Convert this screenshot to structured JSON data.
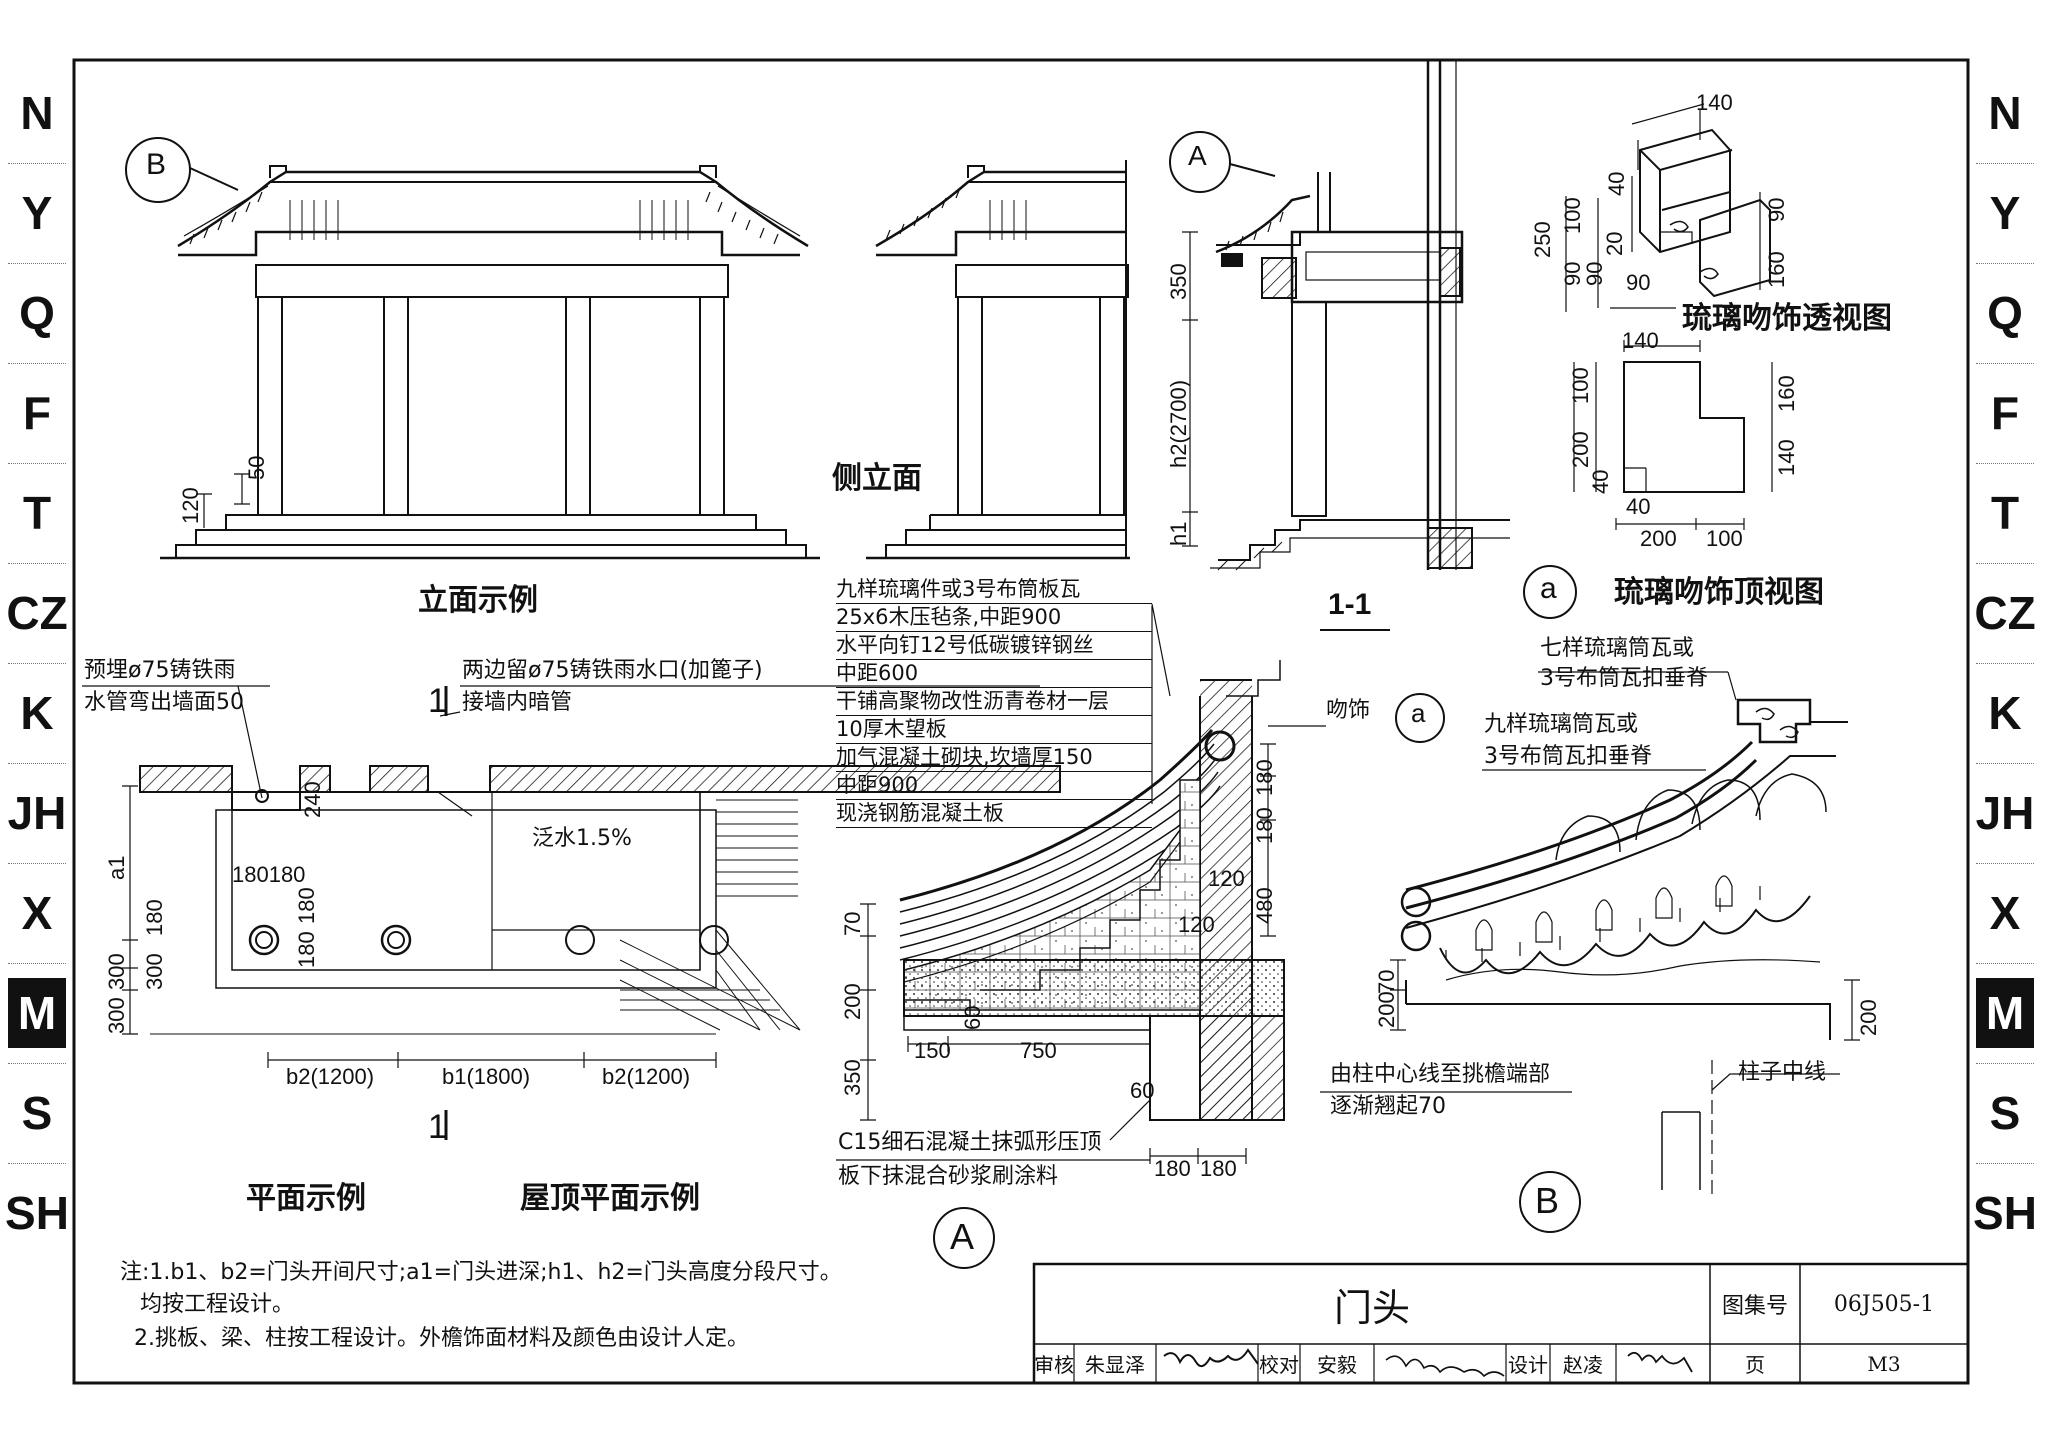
{
  "side_tabs": [
    "N",
    "Y",
    "Q",
    "F",
    "T",
    "CZ",
    "K",
    "JH",
    "X",
    "M",
    "S",
    "SH"
  ],
  "active_tab": "M",
  "views": {
    "elevation_title": "立面示例",
    "side_elevation_title": "侧立面",
    "section_title": "1-1",
    "plan_title": "平面示例",
    "roof_plan_title": "屋顶平面示例",
    "ornament_perspective_title": "琉璃吻饰透视图",
    "ornament_top_title": "琉璃吻饰顶视图"
  },
  "markers": {
    "b": "B",
    "a": "A",
    "a_small": "a",
    "section": "1"
  },
  "elevation_dims": {
    "d50": "50",
    "d120": "120"
  },
  "section_dims": {
    "d350": "350",
    "h2": "h2(2700)",
    "h1": "h1"
  },
  "ornament_dims": {
    "p140": "140",
    "p40": "40",
    "p250": "250",
    "p90a": "90",
    "p100": "100",
    "p90b": "90",
    "p20": "20",
    "p90c": "90",
    "p160": "160",
    "p90d": "90",
    "t140": "140",
    "t100": "100",
    "t200": "200",
    "t40": "40",
    "t160": "160",
    "t140b": "140",
    "t40b": "40",
    "t200b": "200",
    "t100b": "100"
  },
  "plan_notes": {
    "left_1": "预埋ø75铸铁雨",
    "left_2": "水管弯出墙面50",
    "right_1": "两边留ø75铸铁雨水口(加篦子)",
    "right_2": "接墙内暗管",
    "drain": "泛水1.5%"
  },
  "plan_dims": {
    "a1": "a1",
    "d180_180": "180180",
    "d180v": "180",
    "d180v2": "180",
    "d240": "240",
    "d300a": "300",
    "d300b": "300",
    "d300c": "300",
    "d180c": "180",
    "b2_left": "b2(1200)",
    "b1": "b1(1800)",
    "b2_right": "b2(1200)"
  },
  "roof_spec": [
    "九样琉璃件或3号布筒板瓦",
    "25x6木压毡条,中距900",
    "水平向钉12号低碳镀锌钢丝",
    "中距600",
    "干铺高聚物改性沥青卷材一层",
    "10厚木望板",
    "加气混凝土砌块,坎墙厚150",
    "中距900",
    "现浇钢筋混凝土板"
  ],
  "detail_a": {
    "wenshi": "吻饰",
    "d180": "180",
    "d180b": "180",
    "d120a": "120",
    "d120b": "120",
    "d480": "480",
    "d70": "70",
    "d200": "200",
    "d350": "350",
    "d150": "150",
    "d750": "750",
    "d60": "60",
    "d60b": "60",
    "bottom_180": "180",
    "bottom_180b": "180",
    "note_1": "C15细石混凝土抹弧形压顶",
    "note_2": "板下抹混合砂浆刷涂料",
    "label": "A"
  },
  "detail_b": {
    "top_1": "七样琉璃筒瓦或",
    "top_2": "3号布筒瓦扣垂脊",
    "mid_1": "九样琉璃筒瓦或",
    "mid_2": "3号布筒瓦扣垂脊",
    "bottom_1": "由柱中心线至挑檐端部",
    "bottom_2": "逐渐翘起70",
    "column_line": "柱子中线",
    "d70": "70",
    "d200": "200",
    "d200r": "200",
    "label": "B"
  },
  "notes": [
    "注:1.b1、b2=门头开间尺寸;a1=门头进深;h1、h2=门头高度分段尺寸。",
    "均按工程设计。",
    "2.挑板、梁、柱按工程设计。外檐饰面材料及颜色由设计人定。"
  ],
  "title_block": {
    "title": "门头",
    "atlas_label": "图集号",
    "atlas_no": "06J505-1",
    "review_label": "审核",
    "reviewer": "朱显泽",
    "check_label": "校对",
    "checker": "安毅",
    "design_label": "设计",
    "designer": "赵凌",
    "page_label": "页",
    "page_no": "M3"
  }
}
